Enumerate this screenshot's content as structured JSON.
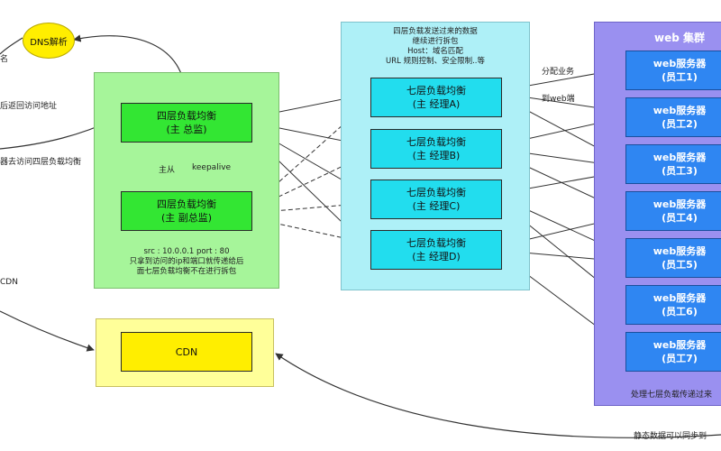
{
  "dns": {
    "label": "DNS解析"
  },
  "left_edge_texts": [
    "名",
    "后返回访问地址",
    "器去访问四层负载均衡",
    "CDN"
  ],
  "l4_group": {
    "primary": [
      "四层负载均衡",
      "(主  总监)"
    ],
    "backup": [
      "四层负载均衡",
      "(主 副总监)"
    ],
    "ha_label_left": "主从",
    "ha_label_right": "keepalive",
    "caption": [
      "src : 10.0.0.1    port : 80",
      "只拿到访问的ip和端口就传递给后",
      "面七层负载均衡不在进行拆包"
    ]
  },
  "l7_group": {
    "header": [
      "四层负载发送过来的数据",
      "继续进行拆包",
      "Host：域名匹配",
      "URL 规则控制、安全限制..等"
    ],
    "nodes": [
      [
        "七层负载均衡",
        "(主   经理A)"
      ],
      [
        "七层负载均衡",
        "(主   经理B)"
      ],
      [
        "七层负载均衡",
        "(主   经理C)"
      ],
      [
        "七层负载均衡",
        "(主   经理D)"
      ]
    ]
  },
  "middle_labels": {
    "dispatch": "分配业务",
    "to_web": "到web端"
  },
  "web_group": {
    "title": "web 集群",
    "servers": [
      [
        "web服务器",
        "(员工1)"
      ],
      [
        "web服务器",
        "(员工2)"
      ],
      [
        "web服务器",
        "(员工3)"
      ],
      [
        "web服务器",
        "(员工4)"
      ],
      [
        "web服务器",
        "(员工5)"
      ],
      [
        "web服务器",
        "(员工6)"
      ],
      [
        "web服务器",
        "(员工7)"
      ]
    ],
    "footer": "处理七层负载传递过来"
  },
  "cdn": {
    "label": "CDN"
  },
  "bottom_note": "静态数据可以同步到",
  "colors": {
    "dns": "#ffee00",
    "l4_group": "#a6f59a",
    "l4_node": "#33e633",
    "l7_group": "#aef0f7",
    "l7_node": "#22ddee",
    "web_group": "#9a90f0",
    "web_node": "#2f86f2",
    "cdn_group": "#ffff99",
    "cdn_node": "#ffee00"
  }
}
